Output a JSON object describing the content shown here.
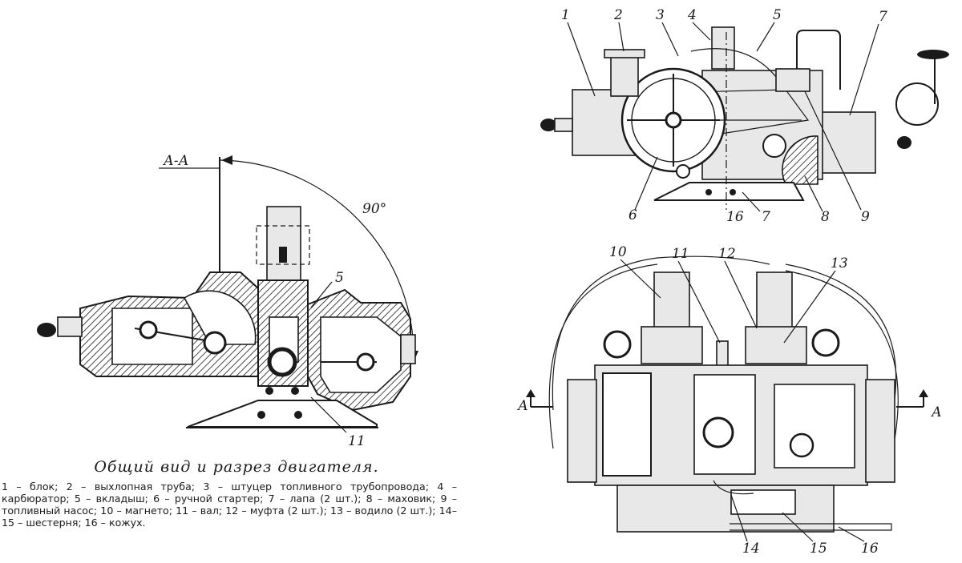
{
  "section": {
    "label": "А-А",
    "angle": "90°"
  },
  "labels": {
    "sect_5": "5",
    "sect_11": "11",
    "t1": "1",
    "t2": "2",
    "t3": "3",
    "t4": "4",
    "t5": "5",
    "t7top": "7",
    "t6": "6",
    "t16a": "16",
    "t7": "7",
    "t8": "8",
    "t9": "9",
    "b10": "10",
    "b11": "11",
    "b12": "12",
    "b13": "13",
    "b14": "14",
    "b15": "15",
    "b16": "16",
    "cutA_left": "А",
    "cutA_right": "А"
  },
  "caption": {
    "title": "Общий вид и разрез двигателя.",
    "legend": "1 – блок; 2 – выхлопная труба; 3 – штуцер топливного трубопровода; 4 – карбюратор; 5 – вкладыш; 6 – ручной стартер; 7 – лапа (2 шт.); 8 – маховик; 9 – топливный насос; 10 – магнето; 11 – вал; 12 – муфта (2 шт.); 13 – водило (2 шт.); 14–15 – шестерня; 16 – кожух."
  }
}
